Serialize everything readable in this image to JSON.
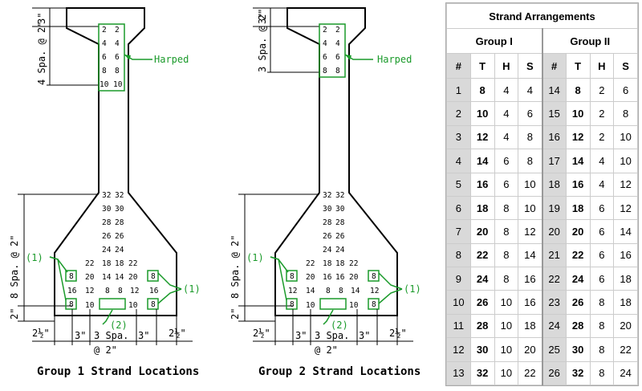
{
  "group1": {
    "caption": "Group 1 Strand Locations",
    "top_dim": "3\"",
    "harped_spacing": "4 Spa. @ 2\"",
    "harped_label": "Harped",
    "harped_rows": [
      [
        "2",
        "2"
      ],
      [
        "4",
        "4"
      ],
      [
        "6",
        "6"
      ],
      [
        "8",
        "8"
      ],
      [
        "10",
        "10"
      ]
    ],
    "bottom_spacing": "8 Spa. @ 2\"",
    "bottom_dim": "2\"",
    "callout_1": "(1)",
    "callout_2": "(2)",
    "straight_rows": [
      [
        "32",
        "32"
      ],
      [
        "30",
        "30"
      ],
      [
        "28",
        "28"
      ],
      [
        "26",
        "26"
      ],
      [
        "24",
        "24"
      ],
      [
        "22",
        "18",
        "18",
        "22"
      ],
      [
        "20",
        "14",
        "14",
        "20"
      ],
      [
        "12",
        "8",
        "8",
        "12"
      ],
      [
        "10",
        "10"
      ]
    ],
    "side_labels": [
      "16",
      "16"
    ],
    "boxed_labels": [
      "8",
      "8",
      "8",
      "8"
    ],
    "base_dims": [
      "2½\"",
      "3\"",
      "3 Spa.",
      "3\"",
      "2½\""
    ],
    "base_spacing": "@ 2\""
  },
  "group2": {
    "caption": "Group 2 Strand Locations",
    "top_dim": "3\"",
    "harped_spacing": "3 Spa. @ 2\"",
    "harped_label": "Harped",
    "harped_rows": [
      [
        "2",
        "2"
      ],
      [
        "4",
        "4"
      ],
      [
        "6",
        "6"
      ],
      [
        "8",
        "8"
      ]
    ],
    "bottom_spacing": "8 Spa. @ 2\"",
    "bottom_dim": "2\"",
    "callout_1": "(1)",
    "callout_2": "(2)",
    "straight_rows": [
      [
        "32",
        "32"
      ],
      [
        "30",
        "30"
      ],
      [
        "28",
        "28"
      ],
      [
        "26",
        "26"
      ],
      [
        "24",
        "24"
      ],
      [
        "22",
        "18",
        "18",
        "22"
      ],
      [
        "20",
        "16",
        "16",
        "20"
      ],
      [
        "14",
        "8",
        "8",
        "14"
      ],
      [
        "10",
        "10"
      ]
    ],
    "side_labels": [
      "12",
      "12"
    ],
    "boxed_labels": [
      "8",
      "8",
      "8",
      "8"
    ],
    "base_dims": [
      "2½\"",
      "3\"",
      "3 Spa.",
      "3\"",
      "2½\""
    ],
    "base_spacing": "@ 2\""
  },
  "table": {
    "title": "Strand Arrangements",
    "group_i": "Group I",
    "group_ii": "Group II",
    "headers": [
      "#",
      "T",
      "H",
      "S",
      "#",
      "T",
      "H",
      "S"
    ],
    "rows": [
      [
        "1",
        "8",
        "4",
        "4",
        "14",
        "8",
        "2",
        "6"
      ],
      [
        "2",
        "10",
        "4",
        "6",
        "15",
        "10",
        "2",
        "8"
      ],
      [
        "3",
        "12",
        "4",
        "8",
        "16",
        "12",
        "2",
        "10"
      ],
      [
        "4",
        "14",
        "6",
        "8",
        "17",
        "14",
        "4",
        "10"
      ],
      [
        "5",
        "16",
        "6",
        "10",
        "18",
        "16",
        "4",
        "12"
      ],
      [
        "6",
        "18",
        "8",
        "10",
        "19",
        "18",
        "6",
        "12"
      ],
      [
        "7",
        "20",
        "8",
        "12",
        "20",
        "20",
        "6",
        "14"
      ],
      [
        "8",
        "22",
        "8",
        "14",
        "21",
        "22",
        "6",
        "16"
      ],
      [
        "9",
        "24",
        "8",
        "16",
        "22",
        "24",
        "6",
        "18"
      ],
      [
        "10",
        "26",
        "10",
        "16",
        "23",
        "26",
        "8",
        "18"
      ],
      [
        "11",
        "28",
        "10",
        "18",
        "24",
        "28",
        "8",
        "20"
      ],
      [
        "12",
        "30",
        "10",
        "20",
        "25",
        "30",
        "8",
        "22"
      ],
      [
        "13",
        "32",
        "10",
        "22",
        "26",
        "32",
        "8",
        "24"
      ]
    ]
  },
  "colors": {
    "callout": "#1a9a2a",
    "table_shade": "#d9d9d9"
  }
}
